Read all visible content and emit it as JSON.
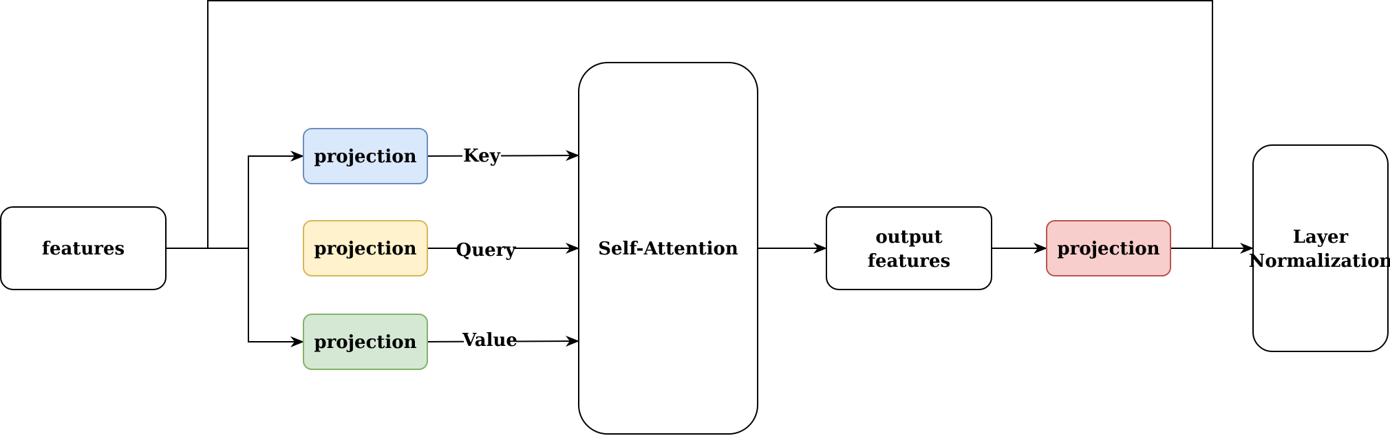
{
  "nodes": {
    "features": {
      "label": "features"
    },
    "key_projection": {
      "label": "projection",
      "fill": "#dae8fc",
      "stroke": "#6c8ebf"
    },
    "query_projection": {
      "label": "projection",
      "fill": "#fff2cc",
      "stroke": "#d6b656"
    },
    "value_projection": {
      "label": "projection",
      "fill": "#d5e8d4",
      "stroke": "#82b366"
    },
    "self_attention": {
      "label": "Self-Attention"
    },
    "output_features": {
      "line1": "output",
      "line2": "features"
    },
    "output_projection": {
      "label": "projection",
      "fill": "#f8cecc",
      "stroke": "#b85450"
    },
    "layer_norm": {
      "line1": "Layer",
      "line2": "Normalization"
    }
  },
  "edge_labels": {
    "key": "Key",
    "query": "Query",
    "value": "Value"
  }
}
